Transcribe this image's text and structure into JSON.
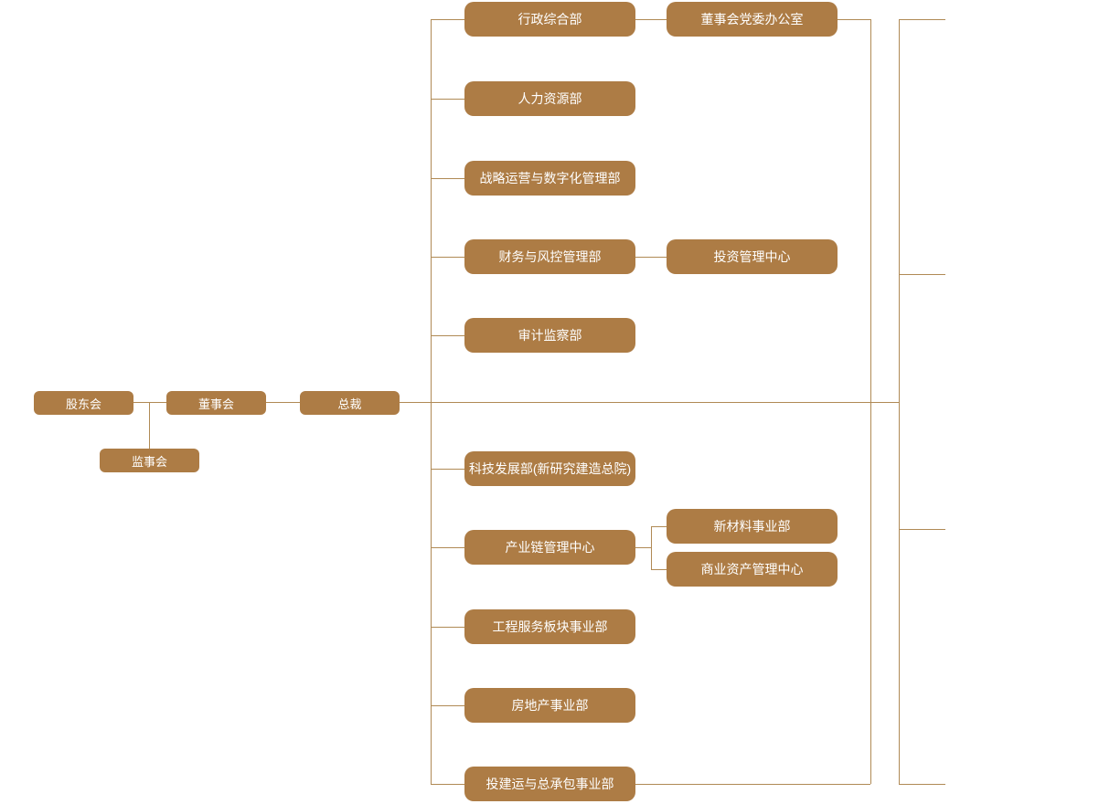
{
  "colors": {
    "node_fill": "#ad7c45",
    "node_text": "#ffffff",
    "connector_line": "#b08a55",
    "background": "#ffffff"
  },
  "nodes": {
    "shareholders": "股东会",
    "board": "董事会",
    "president": "总裁",
    "supervisory": "监事会",
    "admin": "行政综合部",
    "party_office": "董事会党委办公室",
    "hr": "人力资源部",
    "strategy": "战略运营与数字化管理部",
    "finance": "财务与风控管理部",
    "investment": "投资管理中心",
    "audit": "审计监察部",
    "tech": "科技发展部(新研究建造总院)",
    "industry_chain": "产业链管理中心",
    "new_materials": "新材料事业部",
    "commercial_assets": "商业资产管理中心",
    "engineering": "工程服务板块事业部",
    "real_estate": "房地产事业部",
    "epc": "投建运与总承包事业部"
  }
}
